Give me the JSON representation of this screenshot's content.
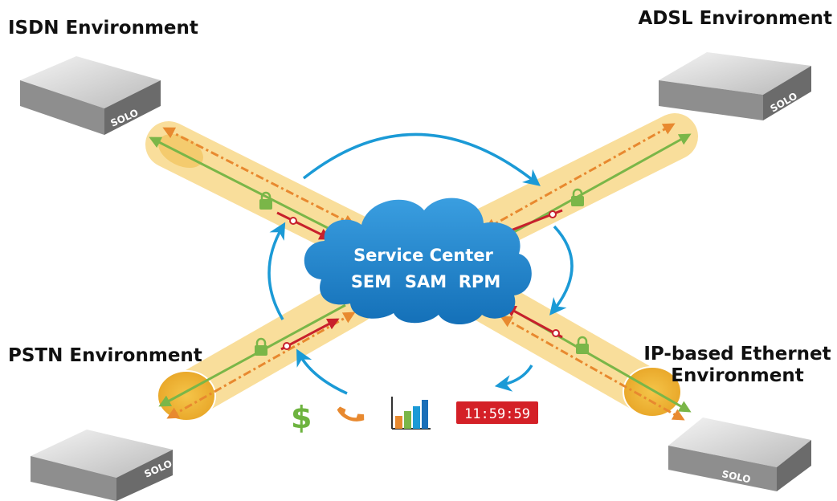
{
  "environments": {
    "isdn": "ISDN Environment",
    "adsl": "ADSL Environment",
    "pstn": "PSTN Environment",
    "ip_line1": "IP-based Ethernet",
    "ip_line2": "Environment"
  },
  "device_label": "SOLO",
  "cloud": {
    "title": "Service Center",
    "modules": [
      "SEM",
      "SAM",
      "RPM"
    ]
  },
  "icons": {
    "currency": "$",
    "clock_display": "11:59:59",
    "items": [
      "dollar-icon",
      "phone-icon",
      "bar-chart-icon",
      "digital-clock-icon",
      "lock-icon"
    ]
  },
  "colors": {
    "cloud": "#1a7fc8",
    "tunnel": "#f9d98a",
    "green_line": "#7ab648",
    "orange_line": "#e8892f",
    "red_line": "#c8202c",
    "flow_arrows": "#1b9ad6",
    "clock_bg": "#d42027"
  }
}
